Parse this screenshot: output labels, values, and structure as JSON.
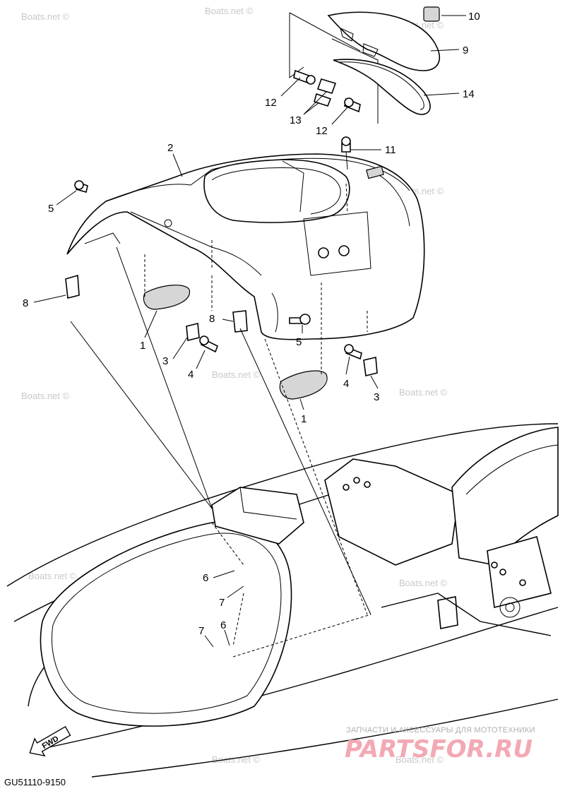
{
  "diagram": {
    "code": "GU51110-9150",
    "fwd_label": "FWD",
    "watermark": "Boats.net ©",
    "callouts": {
      "c1a": "1",
      "c1b": "1",
      "c2": "2",
      "c3a": "3",
      "c3b": "3",
      "c4a": "4",
      "c4b": "4",
      "c5a": "5",
      "c5b": "5",
      "c6a": "6",
      "c6b": "6",
      "c7a": "7",
      "c7b": "7",
      "c8a": "8",
      "c8b": "8",
      "c9": "9",
      "c10": "10",
      "c11": "11",
      "c12a": "12",
      "c12b": "12",
      "c13": "13",
      "c14": "14"
    },
    "brand": {
      "tagline": "ЗАПЧАСТИ И АКСЕССУАРЫ ДЛЯ МОТОТЕХНИКИ",
      "logo": "PARTSFOR.RU"
    }
  }
}
